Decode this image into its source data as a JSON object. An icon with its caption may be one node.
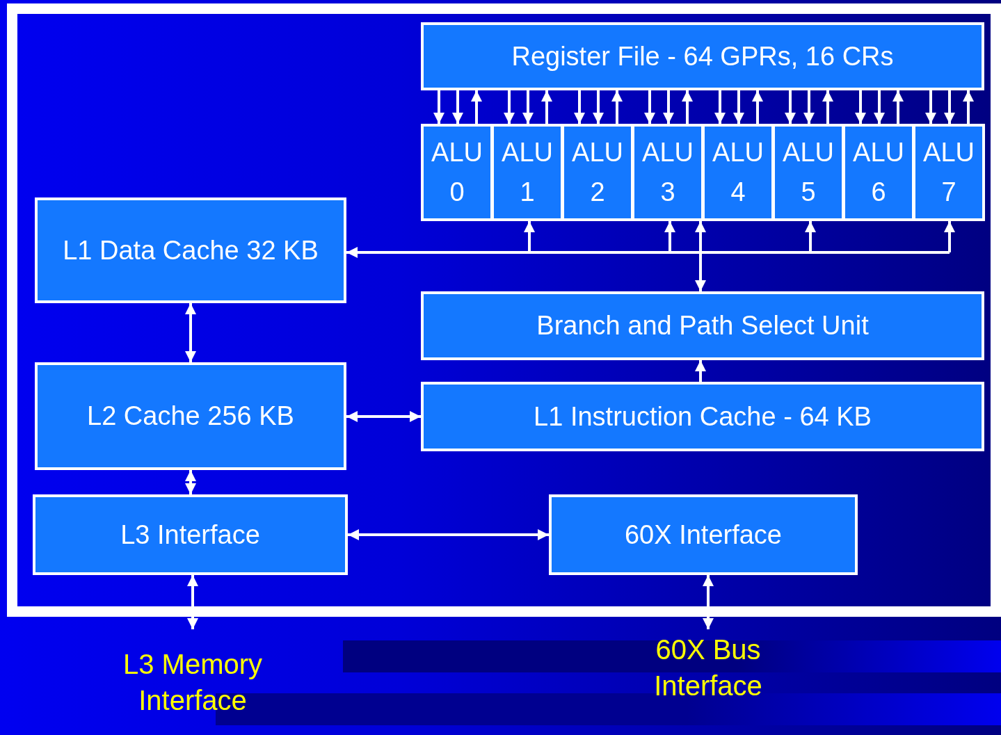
{
  "diagram": {
    "nodes": [
      {
        "text": [],
        "shape": "box"
      },
      {
        "text": [
          "Register File - 64 GPRs, 16 CRs"
        ],
        "in": 0
      },
      {
        "text": [
          "ALU 0"
        ],
        "in": 0
      },
      {
        "text": [
          "ALU 1"
        ],
        "in": 0
      },
      {
        "text": [
          "ALU 2"
        ],
        "in": 0
      },
      {
        "text": [
          "ALU 3"
        ],
        "in": 0
      },
      {
        "text": [
          "ALU 4"
        ],
        "in": 0
      },
      {
        "text": [
          "ALU 5"
        ],
        "in": 0
      },
      {
        "text": [
          "ALU 6"
        ],
        "in": 0
      },
      {
        "text": [
          "ALU 7"
        ],
        "in": 0
      },
      {
        "text": [
          "L1 Data Cache 32 KB"
        ],
        "in": 0
      },
      {
        "text": [
          "Branch and Path Select Unit"
        ],
        "in": 0
      },
      {
        "text": [
          "L2 Cache 256 KB"
        ],
        "in": 0
      },
      {
        "text": [
          "L1 Instruction Cache - 64 KB"
        ],
        "in": 0
      },
      {
        "text": [
          "L3 Interface"
        ],
        "in": 0
      },
      {
        "text": [
          "60X Interface"
        ],
        "in": 0
      },
      {
        "text": [
          "L3 Memory Interface"
        ]
      },
      {
        "text": [
          "60X Bus Interface"
        ]
      }
    ],
    "edges": [
      {
        "from": 1,
        "to": 2,
        "arrow": "to"
      },
      {
        "from": 1,
        "to": 2,
        "arrow": "to"
      },
      {
        "from": 2,
        "to": 1,
        "arrow": "to"
      },
      {
        "from": 1,
        "to": 3,
        "arrow": "to"
      },
      {
        "from": 1,
        "to": 3,
        "arrow": "to"
      },
      {
        "from": 3,
        "to": 1,
        "arrow": "to"
      },
      {
        "from": 1,
        "to": 4,
        "arrow": "to"
      },
      {
        "from": 1,
        "to": 4,
        "arrow": "to"
      },
      {
        "from": 4,
        "to": 1,
        "arrow": "to"
      },
      {
        "from": 1,
        "to": 5,
        "arrow": "to"
      },
      {
        "from": 1,
        "to": 5,
        "arrow": "to"
      },
      {
        "from": 5,
        "to": 1,
        "arrow": "to"
      },
      {
        "from": 1,
        "to": 6,
        "arrow": "to"
      },
      {
        "from": 1,
        "to": 6,
        "arrow": "to"
      },
      {
        "from": 6,
        "to": 1,
        "arrow": "to"
      },
      {
        "from": 1,
        "to": 7,
        "arrow": "to"
      },
      {
        "from": 1,
        "to": 7,
        "arrow": "to"
      },
      {
        "from": 7,
        "to": 1,
        "arrow": "to"
      },
      {
        "from": 1,
        "to": 8,
        "arrow": "to"
      },
      {
        "from": 1,
        "to": 8,
        "arrow": "to"
      },
      {
        "from": 8,
        "to": 1,
        "arrow": "to"
      },
      {
        "from": 1,
        "to": 9,
        "arrow": "to"
      },
      {
        "from": 1,
        "to": 9,
        "arrow": "to"
      },
      {
        "from": 9,
        "to": 1,
        "arrow": "to"
      },
      {
        "from": 10,
        "to": 3,
        "arrow": "both"
      },
      {
        "from": 10,
        "to": 5,
        "arrow": "both"
      },
      {
        "from": 10,
        "to": 7,
        "arrow": "both"
      },
      {
        "from": 10,
        "to": 9,
        "arrow": "both"
      },
      {
        "from": 11,
        "to": 5,
        "arrow": "both"
      },
      {
        "from": 10,
        "to": 12,
        "arrow": "both"
      },
      {
        "from": 12,
        "to": 13,
        "arrow": "both"
      },
      {
        "from": 13,
        "to": 11,
        "arrow": "to"
      },
      {
        "from": 12,
        "to": 14,
        "arrow": "both"
      },
      {
        "from": 14,
        "to": 15,
        "arrow": "both"
      },
      {
        "from": 14,
        "to": 16,
        "arrow": "both"
      },
      {
        "from": 15,
        "to": 17,
        "arrow": "both"
      }
    ]
  }
}
